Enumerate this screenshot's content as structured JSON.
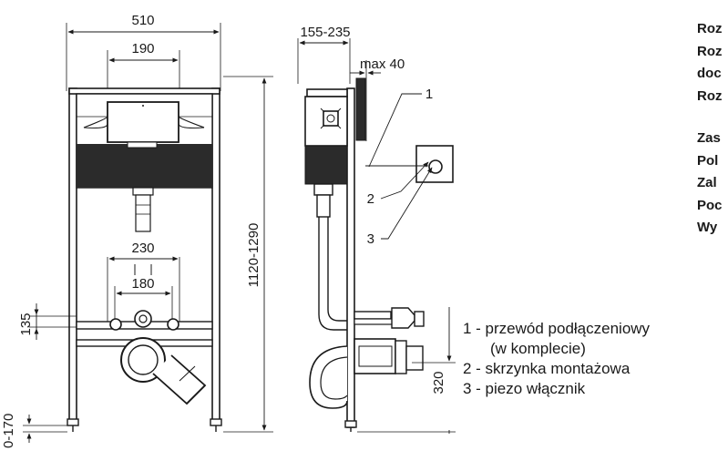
{
  "front_view": {
    "width_label": "510",
    "plate_width_label": "190",
    "height_label": "1120-1290",
    "pipe_spacing_label": "230",
    "bolt_spacing_label": "180",
    "bolt_height_label": "135",
    "foot_label": "0-170"
  },
  "side_view": {
    "depth_label": "155-235",
    "max_label": "max 40",
    "drain_height_label": "320",
    "callout_1": "1",
    "callout_2": "2",
    "callout_3": "3"
  },
  "legend": {
    "item_1": "1 - przewód podłączeniowy",
    "item_1_cont": "(w komplecie)",
    "item_2": "2 - skrzynka montażowa",
    "item_3": "3 - piezo włącznik"
  },
  "truncated_text": {
    "lines_a": [
      "Roz",
      "Roz",
      "doc",
      "Roz"
    ],
    "lines_b": [
      "Zas",
      "Pol",
      "Zal",
      "Poc",
      "Wy"
    ]
  }
}
